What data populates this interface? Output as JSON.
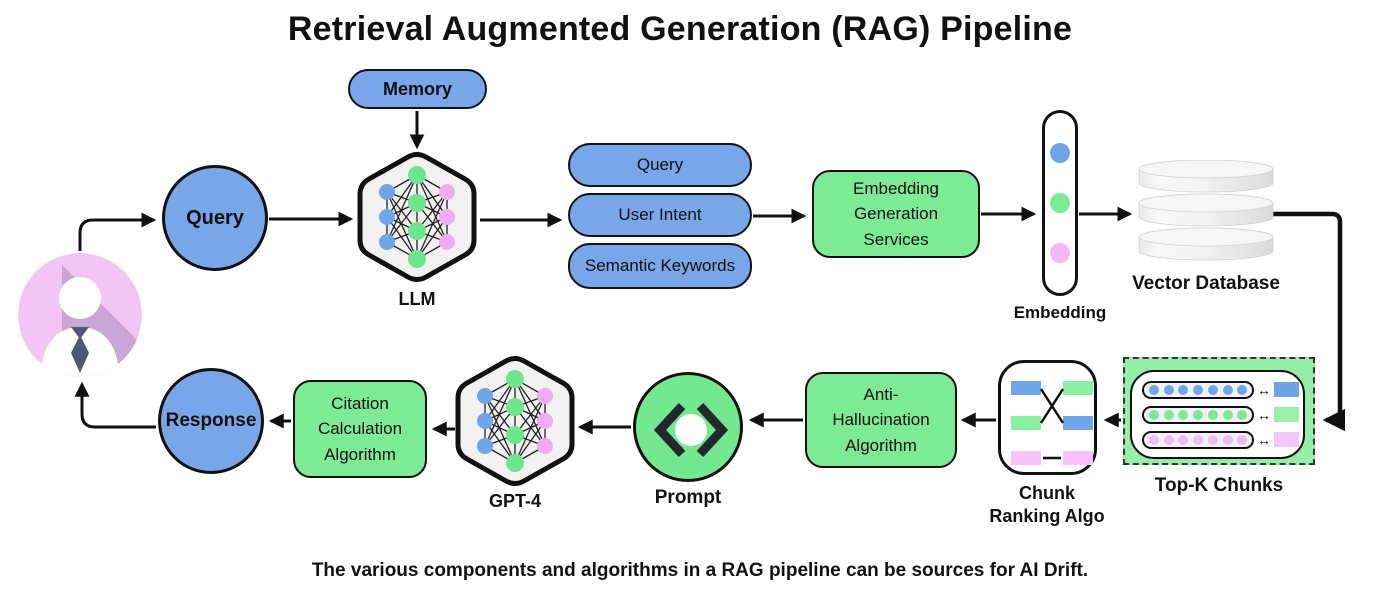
{
  "title": "Retrieval Augmented Generation (RAG) Pipeline",
  "caption": "The various components and algorithms in a RAG pipeline can be sources for AI Drift.",
  "palette": {
    "blue": "#78A6E8",
    "green": "#7DEB96",
    "topk_green": "#97EDA8",
    "user_pink": "#F2C6F4",
    "node_blue": "#6FA6EA",
    "node_green": "#6FE68E",
    "node_pink": "#F0ABF2",
    "hex_fill": "#F1F1F1",
    "outline": "#111111"
  },
  "nodes": {
    "user": {
      "icon": "user-icon"
    },
    "query": {
      "label": "Query"
    },
    "memory": {
      "label": "Memory"
    },
    "llm": {
      "label": "LLM"
    },
    "pill_query": {
      "label": "Query"
    },
    "pill_user_intent": {
      "label": "User Intent"
    },
    "pill_semantic_keywords": {
      "label": "Semantic Keywords"
    },
    "embedding_generation": {
      "label": "Embedding Generation Services"
    },
    "embedding": {
      "label": "Embedding",
      "dots": [
        "#6FA6EA",
        "#7BEB93",
        "#F2B9F5"
      ]
    },
    "vector_database": {
      "label": "Vector Database"
    },
    "topk": {
      "label": "Top-K Chunks",
      "rows": [
        {
          "dot_color": "#6FA6EA",
          "chip_color": "#6FA3E8",
          "dots": 7
        },
        {
          "dot_color": "#7BEB93",
          "chip_color": "#9AEFAC",
          "dots": 7
        },
        {
          "dot_color": "#F2B9F5",
          "chip_color": "#F5C6F8",
          "dots": 7
        }
      ]
    },
    "chunk_ranking": {
      "label": "Chunk Ranking Algo"
    },
    "anti_hallucination": {
      "label": "Anti-Hallucination Algorithm"
    },
    "prompt": {
      "label": "Prompt"
    },
    "gpt4": {
      "label": "GPT-4"
    },
    "citation": {
      "label": "Citation Calculation Algorithm"
    },
    "response": {
      "label": "Response"
    }
  }
}
